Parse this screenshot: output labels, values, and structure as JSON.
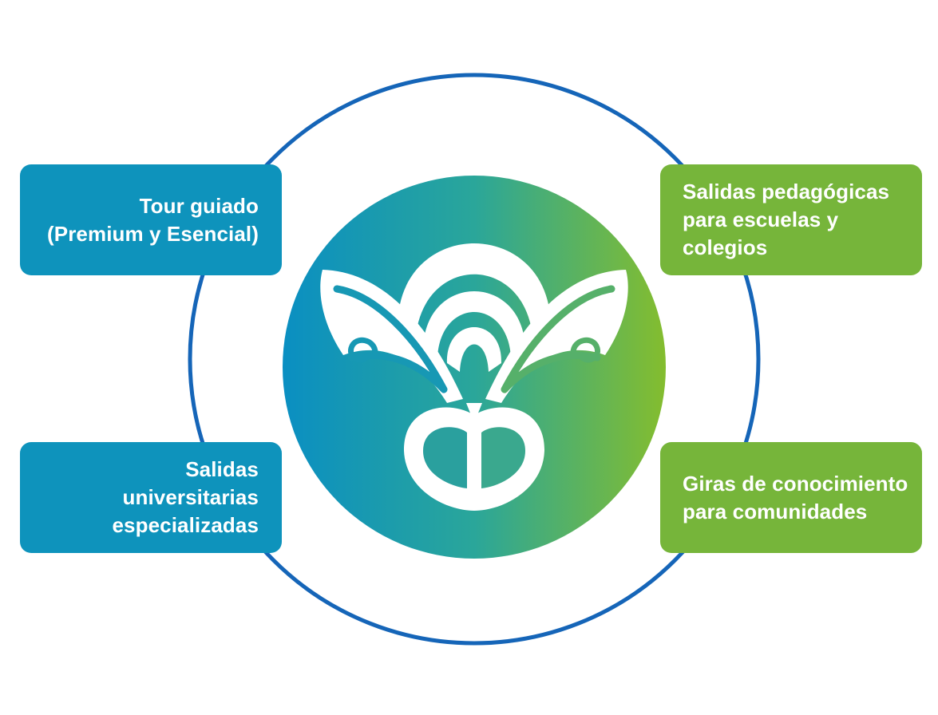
{
  "colors": {
    "ring": "#1565b8",
    "blue_box": "#0e93bc",
    "green_box": "#76b53a",
    "gradient_start": "#0a8fc2",
    "gradient_mid": "#2aa69a",
    "gradient_end": "#84bd2e",
    "emblem": "#ffffff"
  },
  "center": {
    "emblem_icon": "stylized-flower-emblem-icon"
  },
  "boxes": {
    "tour": {
      "lines": [
        "Tour guiado",
        "(Premium y Esencial)"
      ]
    },
    "salidas_universitarias": {
      "lines": [
        "Salidas",
        "universitarias",
        "especializadas"
      ]
    },
    "salidas_pedagogicas": {
      "lines": [
        "Salidas pedagógicas",
        "para escuelas y",
        "colegios"
      ]
    },
    "giras": {
      "lines": [
        "Giras de conocimiento",
        "para comunidades"
      ]
    }
  }
}
